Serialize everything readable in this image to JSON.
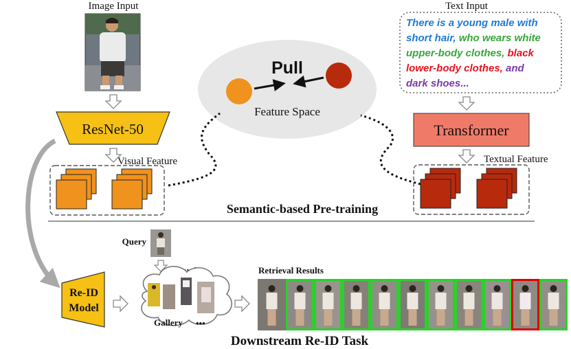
{
  "labels": {
    "image_input": "Image Input",
    "text_input": "Text Input",
    "resnet": "ResNet-50",
    "transformer": "Transformer",
    "visual_feature": "Visual Feature",
    "textual_feature": "Textual Feature",
    "pull": "Pull",
    "feature_space": "Feature Space",
    "pretraining": "Semantic-based Pre-training",
    "query": "Query",
    "search": "Search",
    "gallery": "Gallery",
    "gallery_dots": "•••",
    "retrieval_results": "Retrieval Results",
    "reid_line1": "Re-ID",
    "reid_line2": "Model",
    "downstream": "Downstream  Re-ID Task"
  },
  "text_input": {
    "lines": [
      [
        {
          "text": "There is a young male with",
          "color": "blue"
        }
      ],
      [
        {
          "text": "short hair, ",
          "color": "blue"
        },
        {
          "text": "who wears white",
          "color": "green"
        }
      ],
      [
        {
          "text": "upper-body  clothes, ",
          "color": "green"
        },
        {
          "text": "black",
          "color": "red"
        }
      ],
      [
        {
          "text": "lower-body   clothes, ",
          "color": "red"
        },
        {
          "text": "and",
          "color": "purple"
        }
      ],
      [
        {
          "text": "dark shoes...",
          "color": "purple"
        }
      ]
    ]
  },
  "colors": {
    "blue": "#1f7bd6",
    "green": "#3aa63a",
    "red": "#e8141e",
    "purple": "#7a3aa8",
    "resnet_fill": "#f6c014",
    "transformer_fill": "#f07a68",
    "visual_feature": "#f0921e",
    "textual_feature": "#b82a0c",
    "ellipse": "#e7e7e7",
    "result_correct": "#2bd12b",
    "result_wrong": "#e00000"
  },
  "retrieval_results": [
    "none",
    "correct",
    "correct",
    "correct",
    "correct",
    "correct",
    "correct",
    "correct",
    "correct",
    "wrong",
    "correct"
  ]
}
